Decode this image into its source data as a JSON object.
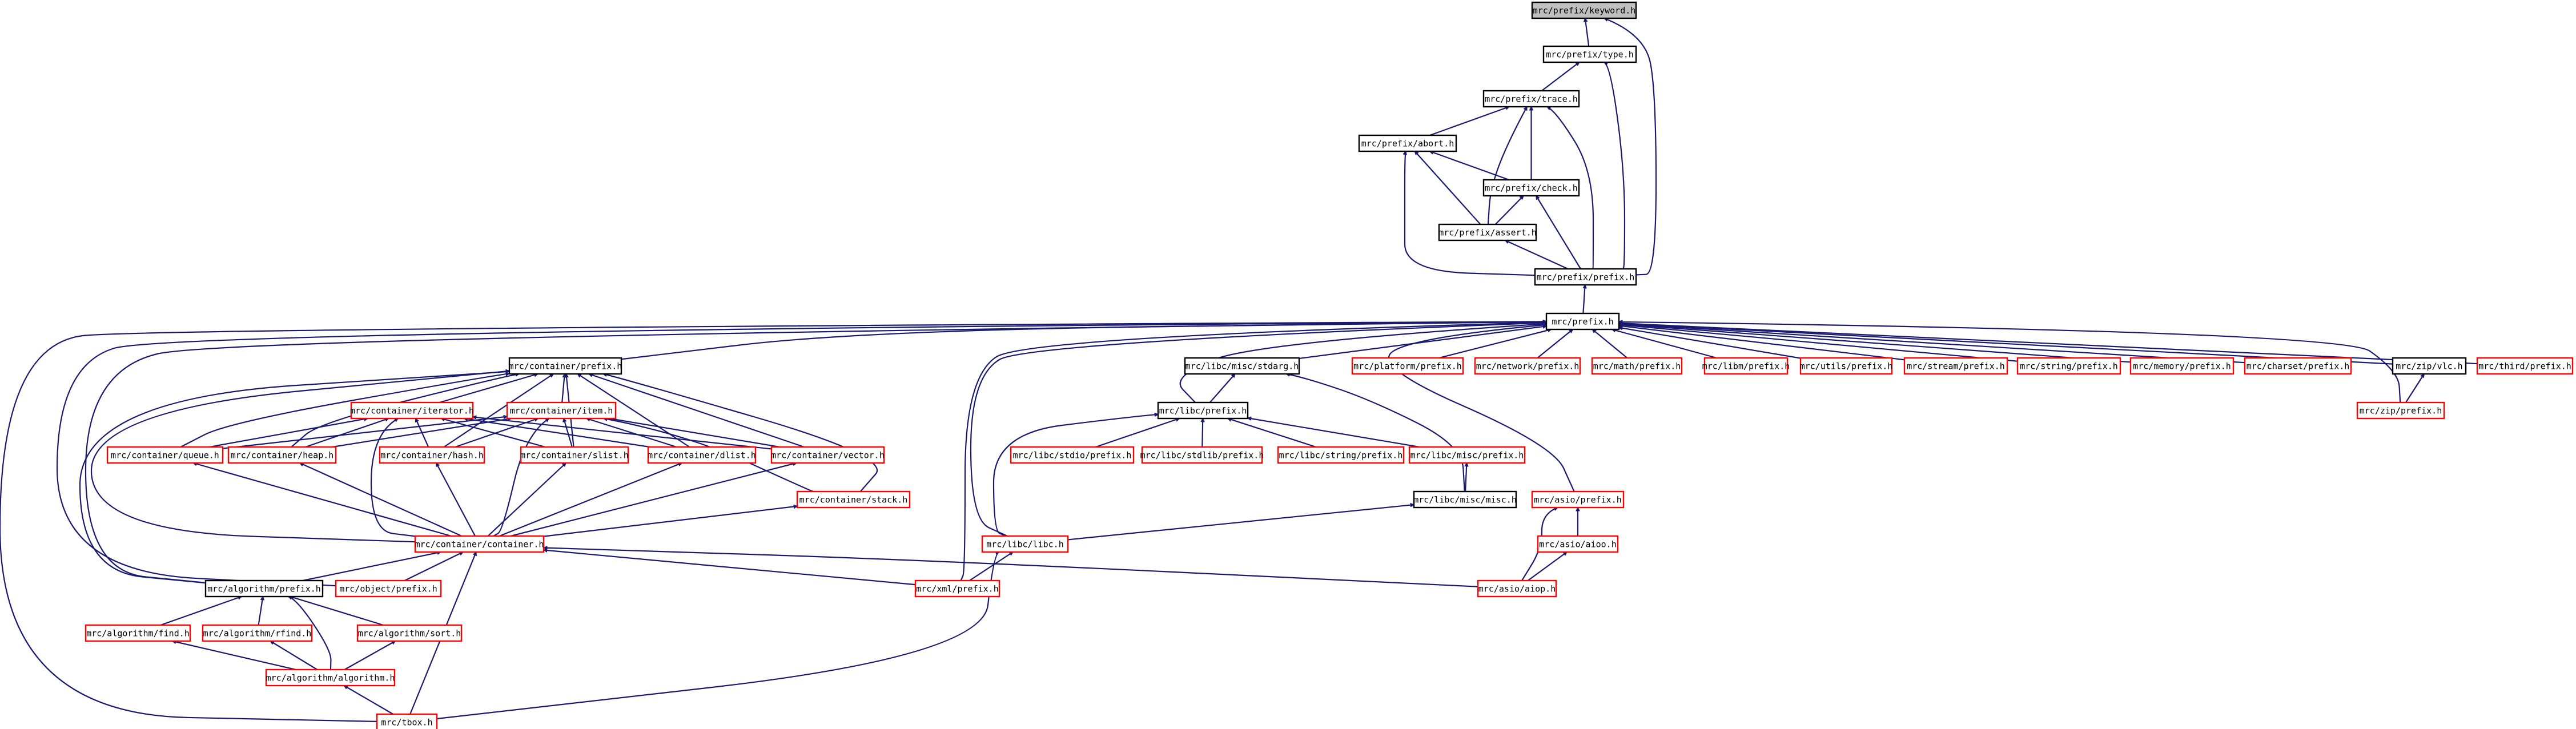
{
  "colors": {
    "edge": "#191970",
    "documented_border": "#000000",
    "undocumented_border": "#ff0000",
    "root_fill": "#bfbfbf"
  },
  "nodes": [
    {
      "id": "keyword",
      "label": "mrc/prefix/keyword.h",
      "kind": "root"
    },
    {
      "id": "type",
      "label": "mrc/prefix/type.h",
      "kind": "black"
    },
    {
      "id": "trace",
      "label": "mrc/prefix/trace.h",
      "kind": "black"
    },
    {
      "id": "abort",
      "label": "mrc/prefix/abort.h",
      "kind": "black"
    },
    {
      "id": "check",
      "label": "mrc/prefix/check.h",
      "kind": "black"
    },
    {
      "id": "assert",
      "label": "mrc/prefix/assert.h",
      "kind": "black"
    },
    {
      "id": "pprefix",
      "label": "mrc/prefix/prefix.h",
      "kind": "black"
    },
    {
      "id": "prefix",
      "label": "mrc/prefix.h",
      "kind": "black"
    },
    {
      "id": "cprefix",
      "label": "mrc/container/prefix.h",
      "kind": "black"
    },
    {
      "id": "stdarg",
      "label": "mrc/libc/misc/stdarg.h",
      "kind": "black"
    },
    {
      "id": "platform",
      "label": "mrc/platform/prefix.h",
      "kind": "red"
    },
    {
      "id": "network",
      "label": "mrc/network/prefix.h",
      "kind": "red"
    },
    {
      "id": "math",
      "label": "mrc/math/prefix.h",
      "kind": "red"
    },
    {
      "id": "libm",
      "label": "mrc/libm/prefix.h",
      "kind": "red"
    },
    {
      "id": "utils",
      "label": "mrc/utils/prefix.h",
      "kind": "red"
    },
    {
      "id": "stream",
      "label": "mrc/stream/prefix.h",
      "kind": "red"
    },
    {
      "id": "string",
      "label": "mrc/string/prefix.h",
      "kind": "red"
    },
    {
      "id": "memory",
      "label": "mrc/memory/prefix.h",
      "kind": "red"
    },
    {
      "id": "charset",
      "label": "mrc/charset/prefix.h",
      "kind": "red"
    },
    {
      "id": "zipvlc",
      "label": "mrc/zip/vlc.h",
      "kind": "black"
    },
    {
      "id": "third",
      "label": "mrc/third/prefix.h",
      "kind": "red"
    },
    {
      "id": "zipprefix",
      "label": "mrc/zip/prefix.h",
      "kind": "red"
    },
    {
      "id": "iterator",
      "label": "mrc/container/iterator.h",
      "kind": "red"
    },
    {
      "id": "item",
      "label": "mrc/container/item.h",
      "kind": "red"
    },
    {
      "id": "libcprefix",
      "label": "mrc/libc/prefix.h",
      "kind": "black"
    },
    {
      "id": "queue",
      "label": "mrc/container/queue.h",
      "kind": "red"
    },
    {
      "id": "heap",
      "label": "mrc/container/heap.h",
      "kind": "red"
    },
    {
      "id": "hash",
      "label": "mrc/container/hash.h",
      "kind": "red"
    },
    {
      "id": "slist",
      "label": "mrc/container/slist.h",
      "kind": "red"
    },
    {
      "id": "dlist",
      "label": "mrc/container/dlist.h",
      "kind": "red"
    },
    {
      "id": "vector",
      "label": "mrc/container/vector.h",
      "kind": "red"
    },
    {
      "id": "stdio",
      "label": "mrc/libc/stdio/prefix.h",
      "kind": "red"
    },
    {
      "id": "stdlib",
      "label": "mrc/libc/stdlib/prefix.h",
      "kind": "red"
    },
    {
      "id": "lstring",
      "label": "mrc/libc/string/prefix.h",
      "kind": "red"
    },
    {
      "id": "lmisc",
      "label": "mrc/libc/misc/prefix.h",
      "kind": "red"
    },
    {
      "id": "stack",
      "label": "mrc/container/stack.h",
      "kind": "red"
    },
    {
      "id": "miscmisc",
      "label": "mrc/libc/misc/misc.h",
      "kind": "black"
    },
    {
      "id": "asio",
      "label": "mrc/asio/prefix.h",
      "kind": "red"
    },
    {
      "id": "container",
      "label": "mrc/container/container.h",
      "kind": "red"
    },
    {
      "id": "libc",
      "label": "mrc/libc/libc.h",
      "kind": "red"
    },
    {
      "id": "aioo",
      "label": "mrc/asio/aioo.h",
      "kind": "red"
    },
    {
      "id": "algprefix",
      "label": "mrc/algorithm/prefix.h",
      "kind": "black"
    },
    {
      "id": "object",
      "label": "mrc/object/prefix.h",
      "kind": "red"
    },
    {
      "id": "xml",
      "label": "mrc/xml/prefix.h",
      "kind": "red"
    },
    {
      "id": "aiop",
      "label": "mrc/asio/aiop.h",
      "kind": "red"
    },
    {
      "id": "find",
      "label": "mrc/algorithm/find.h",
      "kind": "red"
    },
    {
      "id": "rfind",
      "label": "mrc/algorithm/rfind.h",
      "kind": "red"
    },
    {
      "id": "sort",
      "label": "mrc/algorithm/sort.h",
      "kind": "red"
    },
    {
      "id": "algorithm",
      "label": "mrc/algorithm/algorithm.h",
      "kind": "red"
    },
    {
      "id": "tbox",
      "label": "mrc/tbox.h",
      "kind": "red"
    }
  ]
}
